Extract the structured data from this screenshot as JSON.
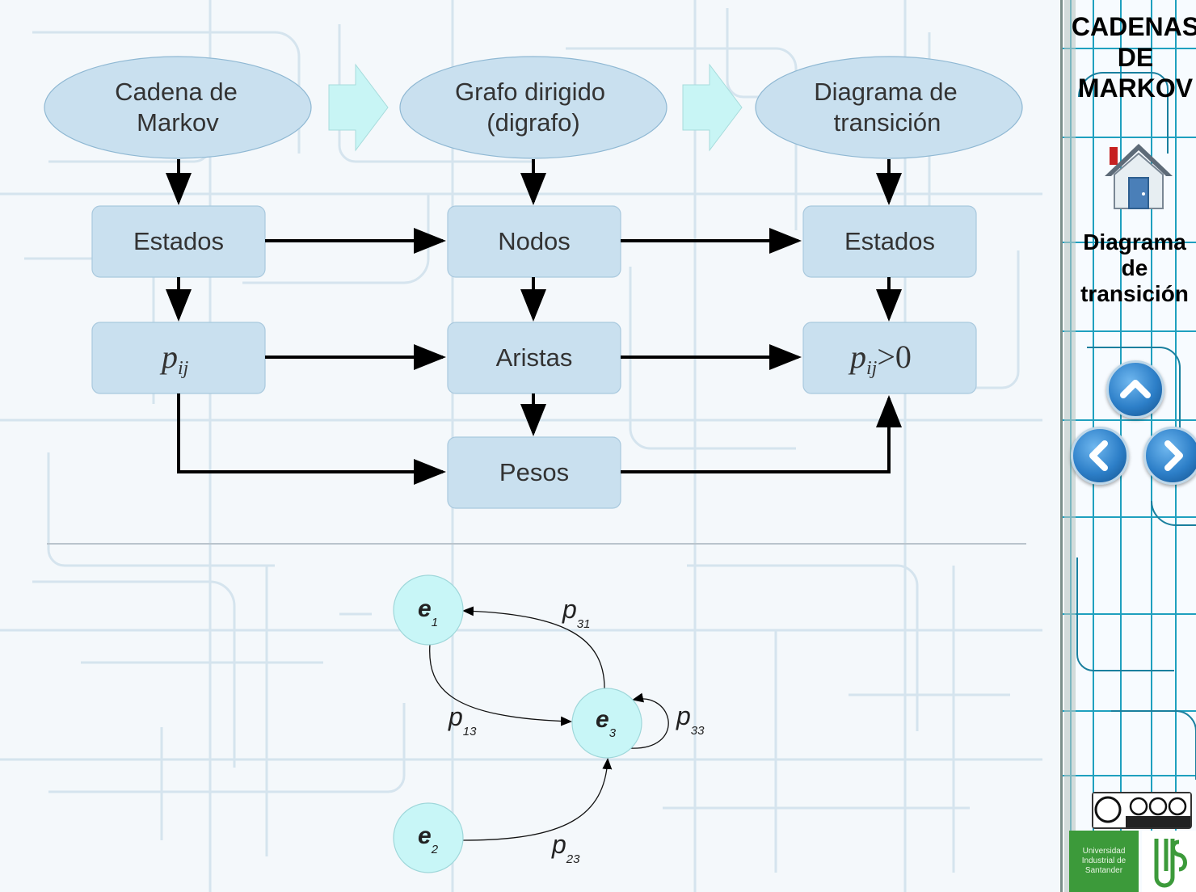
{
  "diagram": {
    "ellipses": [
      {
        "line1": "Cadena de",
        "line2": "Markov"
      },
      {
        "line1": "Grafo dirigido",
        "line2": "(digrafo)"
      },
      {
        "line1": "Diagrama de",
        "line2": "transición"
      }
    ],
    "boxes": {
      "estados_left": "Estados",
      "pij_left_base": "p",
      "pij_left_sub": "ij",
      "nodos": "Nodos",
      "aristas": "Aristas",
      "pesos": "Pesos",
      "estados_right": "Estados",
      "pij_right_base": "p",
      "pij_right_sub": "ij",
      "pij_right_rest": ">0"
    }
  },
  "graph": {
    "nodes": [
      {
        "id": "e1",
        "base": "e",
        "sub": "1"
      },
      {
        "id": "e2",
        "base": "e",
        "sub": "2"
      },
      {
        "id": "e3",
        "base": "e",
        "sub": "3"
      }
    ],
    "edges": [
      {
        "base": "p",
        "sub": "31"
      },
      {
        "base": "p",
        "sub": "13"
      },
      {
        "base": "p",
        "sub": "33"
      },
      {
        "base": "p",
        "sub": "23"
      }
    ]
  },
  "sidebar": {
    "title_lines": [
      "CADENAS",
      "DE",
      "MARKOV"
    ],
    "home_icon": "home-icon",
    "section_lines": [
      "Diagrama",
      "de",
      "transición"
    ],
    "nav": {
      "up": "chevron-up-icon",
      "prev": "chevron-left-icon",
      "next": "chevron-right-icon"
    },
    "license_badge": "cc-by-nd-nc",
    "university_lines": [
      "Universidad",
      "Industrial de",
      "Santander"
    ]
  },
  "colors": {
    "box_fill": "#c9e0ef",
    "node_fill": "#c8f6f7",
    "arrow_fill": "#c8f5f5",
    "nav_blue": "#2d7fc8",
    "uis_green": "#3c9a3a"
  }
}
